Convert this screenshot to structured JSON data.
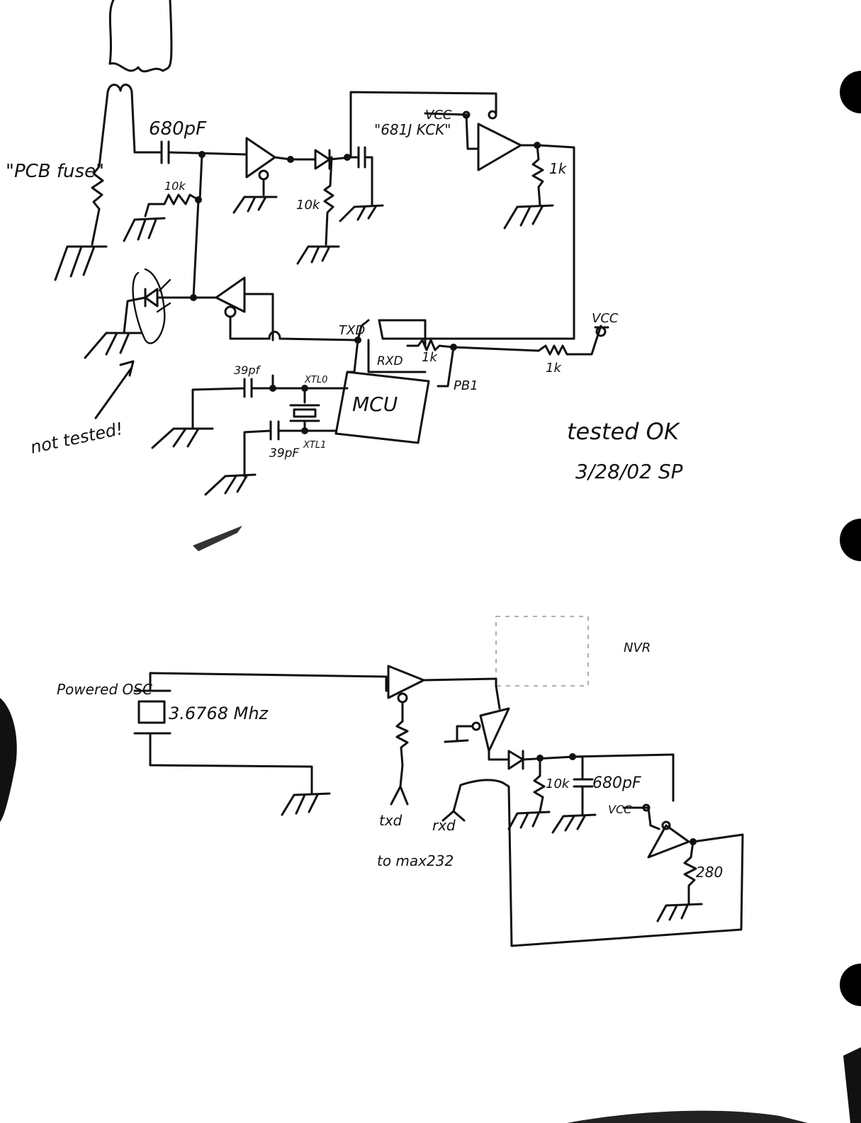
{
  "labels": {
    "cap_680pf_top": "680pF",
    "pcb_fuse": "\"PCB fuse\"",
    "r_10k_a": "10k",
    "r_10k_b": "10k",
    "net_681j": "\"681J KCK\"",
    "vcc_top": "VCC",
    "r_1k_out": "1k",
    "vcc_right": "VCC",
    "txd": "TXD",
    "rxd": "RXD",
    "r_1k_rxd": "1k",
    "r_1k_vcc": "1k",
    "pb1": "PB1",
    "cap_39pf_top": "39pf",
    "xtal0": "XTL0",
    "xtal1": "XTL1",
    "cap_39pf_bottom": "39pF",
    "mcu": "MCU",
    "not_tested": "not tested!",
    "tested_ok": "tested OK",
    "tested_date": "3/28/02 SP",
    "powered_osc": "Powered OSC",
    "freq": "3.6768 Mhz",
    "r_10k_c": "10k",
    "cap_680pf_bottom": "680pF",
    "vcc_bottom": "VCC",
    "r_280": "280",
    "txd_bottom": "txd",
    "rxd_bottom": "rxd",
    "to_max": "to max232",
    "nvr": "NVR"
  }
}
